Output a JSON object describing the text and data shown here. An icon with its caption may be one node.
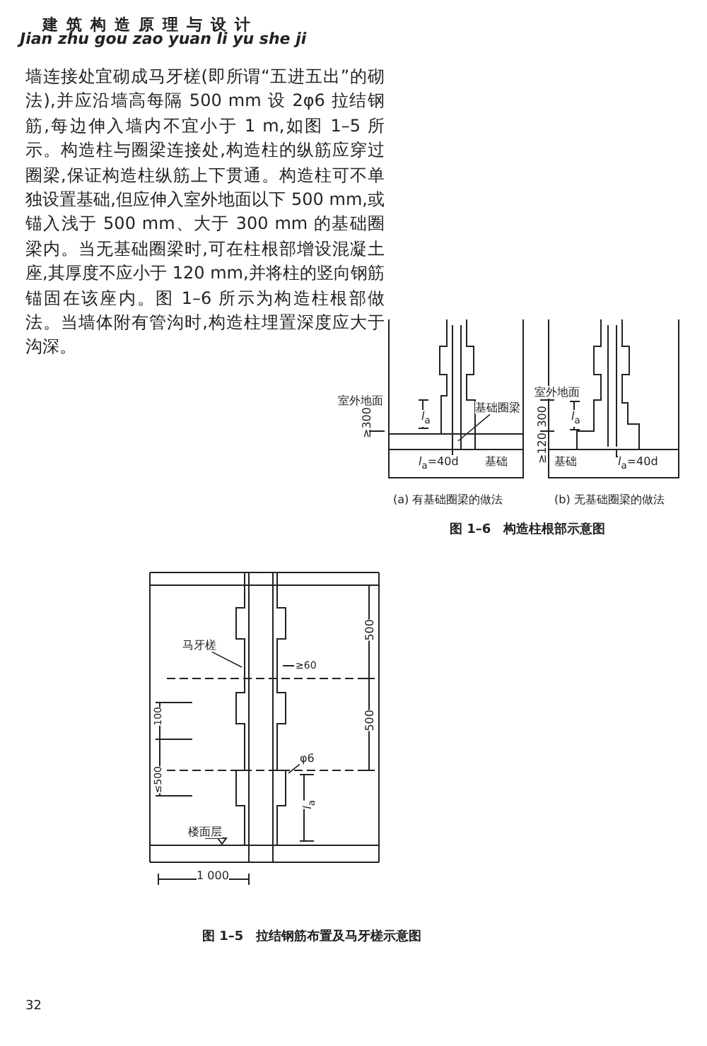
{
  "diagram": {
    "nodes": [
      {
        "text": [
          "马牙槎"
        ]
      },
      {
        "text": [
          "基础圈梁"
        ]
      },
      {
        "text": [
          "φ6"
        ]
      }
    ],
    "edges": [
      {
        "from": 0,
        "to": null,
        "arrow": "none"
      },
      {
        "from": 1,
        "to": null,
        "arrow": "none"
      },
      {
        "from": 2,
        "to": null,
        "arrow": "none"
      }
    ],
    "labels": [
      "建筑构造原理与设计",
      "Jian zhu gou zao yuan li yu she ji",
      "墙连接处宜砌成马牙槎(即所谓“五进五出”的砌法),并应沿墙高每隔 500 mm 设 2φ6 拉结钢筋,每边伸入墙内不宜小于 1 m,如图 1–5 所示。构造柱与圈梁连接处,构造柱的纵筋应穿过圈梁,保证构造柱纵筋上下贯通。构造柱可不单独设置基础,但应伸入室外地面以下 500 mm,或锚入浅于 500 mm、大于 300 mm 的基础圈梁内。当无基础圈梁时,可在柱根部增设混凝土座,其厚度不应小于 120 mm,并将柱的竖向钢筋锚固在该座内。图 1–6 所示为构造柱根部做法。当墙体附有管沟时,构造柱埋置深度应大于沟深。",
      "室外地面",
      "≥300",
      "*l*$_{a}$",
      "*l*$_{a}$=40d",
      "基础",
      "室外地面",
      "300",
      "≥120",
      "*l*$_{a}$",
      "基础",
      "*l*$_{a}$=40d",
      "(a) 有基础圈梁的做法",
      "(b) 无基础圈梁的做法",
      "图 1–6　构造柱根部示意图",
      "500",
      "≥60",
      "100",
      "500",
      "≤500",
      "*l*$_{a}$",
      "楼面层",
      "1 000",
      "图 1–5　拉结钢筋布置及马牙槎示意图",
      "32"
    ]
  }
}
